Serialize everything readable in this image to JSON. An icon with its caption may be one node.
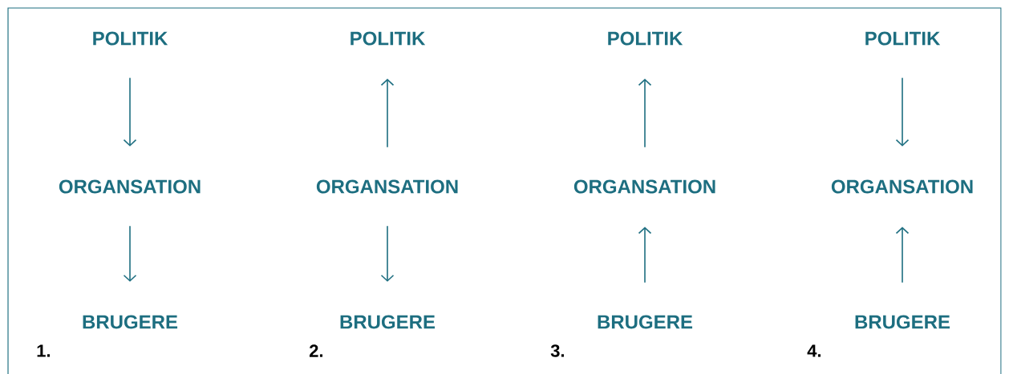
{
  "diagram": {
    "nodes": [
      {
        "text": [
          "POLITIK"
        ]
      },
      {
        "text": [
          "ORGANSATION"
        ]
      },
      {
        "text": [
          "BRUGERE"
        ]
      },
      {
        "text": [
          "POLITIK"
        ]
      },
      {
        "text": [
          "ORGANSATION"
        ]
      },
      {
        "text": [
          "BRUGERE"
        ]
      },
      {
        "text": [
          "POLITIK"
        ]
      },
      {
        "text": [
          "ORGANSATION"
        ]
      },
      {
        "text": [
          "BRUGERE"
        ]
      },
      {
        "text": [
          "POLITIK"
        ]
      },
      {
        "text": [
          "ORGANSATION"
        ]
      },
      {
        "text": [
          "BRUGERE"
        ]
      }
    ],
    "edges": [
      {
        "from": 0,
        "to": 1,
        "arrow": "to"
      },
      {
        "from": 1,
        "to": 2,
        "arrow": "to"
      },
      {
        "from": 4,
        "to": 3,
        "arrow": "to"
      },
      {
        "from": 4,
        "to": 5,
        "arrow": "to"
      },
      {
        "from": 7,
        "to": 6,
        "arrow": "to"
      },
      {
        "from": 8,
        "to": 7,
        "arrow": "to"
      },
      {
        "from": 9,
        "to": 10,
        "arrow": "to"
      },
      {
        "from": 11,
        "to": 10,
        "arrow": "to"
      }
    ],
    "labels": [
      "1.",
      "2.",
      "3.",
      "4."
    ]
  }
}
